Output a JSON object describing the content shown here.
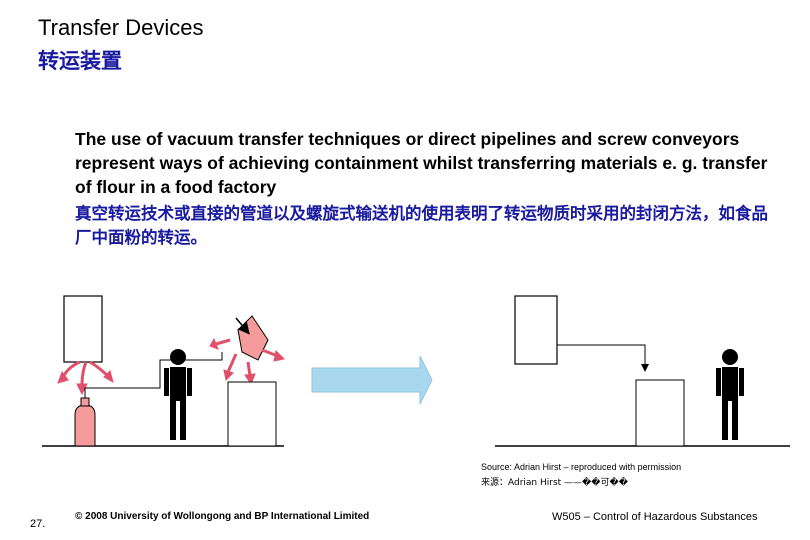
{
  "title": {
    "en": "Transfer Devices",
    "zh": "转运装置"
  },
  "body": {
    "en": "The use of vacuum transfer techniques or direct pipelines and screw conveyors represent ways of achieving containment whilst transferring materials e. g. transfer of flour in a food factory",
    "zh": "真空转运技术或直接的管道以及螺旋式输送机的使用表明了转运物质时采用的封闭方法，如食品厂中面粉的转运。"
  },
  "source": {
    "en": "Source: Adrian Hirst – reproduced with permission",
    "zh": "来源：Adrian Hirst ——��可��"
  },
  "footer": {
    "page_number": "27.",
    "copyright": "© 2008 University of Wollongong and BP International Limited",
    "course": "W505 – Control of Hazardous Substances"
  },
  "colors": {
    "accent_text": "#1a1aa0",
    "arrow_red": "#e0506a",
    "container_pink": "#f59b9b",
    "transfer_arrow": "#a9d8ee"
  },
  "icons": [
    "person-icon",
    "hopper-icon",
    "sack-icon",
    "right-arrow-icon",
    "dust-arrow-icon"
  ]
}
